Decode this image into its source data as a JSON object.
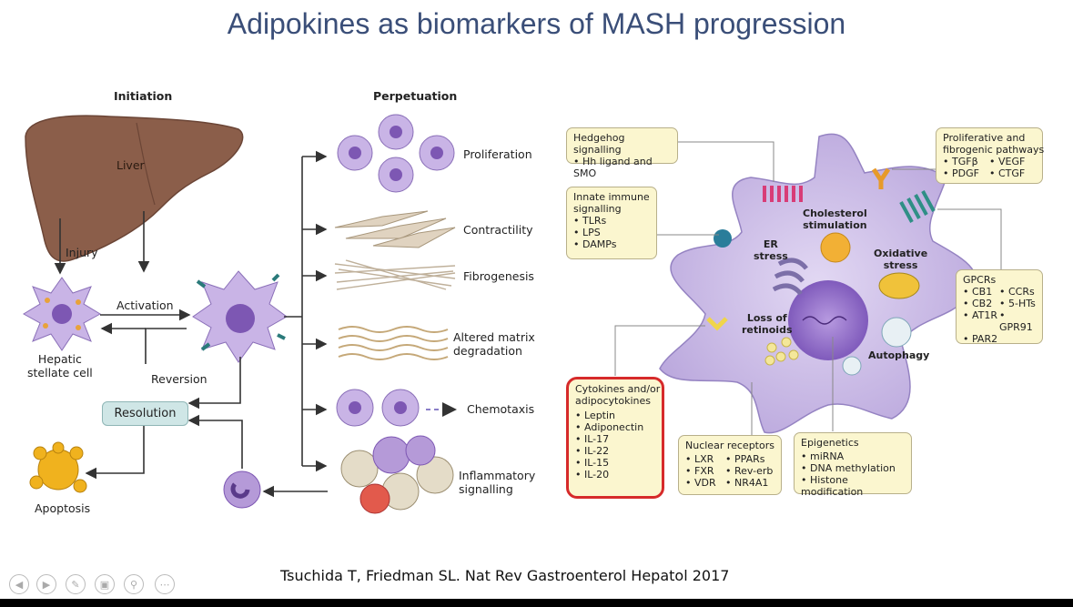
{
  "title": "Adipokines as biomarkers of MASH progression",
  "left": {
    "initiation": "Initiation",
    "perpetuation": "Perpetuation",
    "liver": "Liver",
    "injury": "Injury",
    "activation": "Activation",
    "hsc": "Hepatic\nstellate cell",
    "reversion": "Reversion",
    "resolution": "Resolution",
    "apoptosis": "Apoptosis",
    "outcomes": [
      "Proliferation",
      "Contractility",
      "Fibrogenesis",
      "Altered matrix\ndegradation",
      "Chemotaxis",
      "Inflammatory\nsignalling"
    ]
  },
  "cell": {
    "er_stress": "ER\nstress",
    "cholesterol": "Cholesterol\nstimulation",
    "oxidative": "Oxidative\nstress",
    "retinoids": "Loss of\nretinoids",
    "autophagy": "Autophagy"
  },
  "boxes": {
    "hedgehog": {
      "title": "Hedgehog signalling",
      "items": [
        "Hh ligand and SMO"
      ]
    },
    "innate": {
      "title": "Innate immune\nsignalling",
      "items": [
        "TLRs",
        "LPS",
        "DAMPs"
      ]
    },
    "prolif": {
      "title": "Proliferative and\nfibrogenic pathways",
      "items": [
        "TGFβ",
        "VEGF",
        "PDGF",
        "CTGF"
      ]
    },
    "gpcrs": {
      "title": "GPCRs",
      "items": [
        "CB1",
        "CCRs",
        "CB2",
        "5-HTs",
        "AT1R",
        "GPR91",
        "PAR2"
      ]
    },
    "cytokines": {
      "title": "Cytokines and/or\nadipocytokines",
      "items": [
        "Leptin",
        "Adiponectin",
        "IL-17",
        "IL-22",
        "IL-15",
        "IL-20"
      ]
    },
    "nuclear": {
      "title": "Nuclear receptors",
      "items": [
        "LXR",
        "PPARs",
        "FXR",
        "Rev-erb",
        "VDR",
        "NR4A1"
      ]
    },
    "epigenetics": {
      "title": "Epigenetics",
      "items": [
        "miRNA",
        "DNA methylation",
        "Histone modification"
      ]
    }
  },
  "citation": "Tsuchida T, Friedman SL. Nat Rev Gastroenterol Hepatol 2017",
  "controls": [
    "back-icon",
    "forward-icon",
    "pen-icon",
    "slides-icon",
    "zoom-icon",
    "more-icon"
  ],
  "colors": {
    "title": "#3a4e78",
    "cell": "#c8b8e6",
    "box": "#fbf6cf",
    "highlight": "#d62a2a"
  }
}
